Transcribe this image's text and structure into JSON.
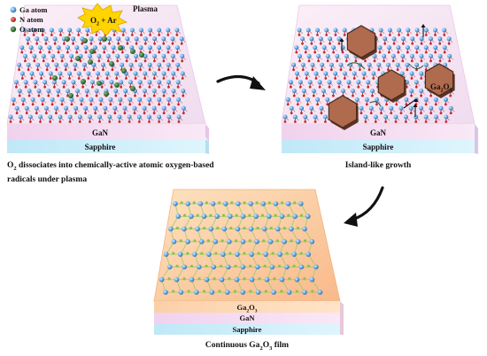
{
  "legend": {
    "ga": "Ga atom",
    "n": "N atom",
    "o": "O atom"
  },
  "plasma": {
    "label": "Plasma",
    "burst": "O",
    "burst_sub": "2",
    "burst_rest": " + Ar"
  },
  "panel1": {
    "layer1": "GaN",
    "layer2": "Sapphire",
    "caption_o": "O",
    "caption_sub": "2",
    "caption_line1": " dissociates into chemically-active atomic oxygen-based",
    "caption_line2": "radicals under plasma"
  },
  "panel2": {
    "layer1": "GaN",
    "layer2": "Sapphire",
    "island_label_main": "Ga",
    "island_label_sub1": "2",
    "island_label_o": "O",
    "island_label_sub2": "3",
    "caption": "Island-like growth"
  },
  "panel3": {
    "layer_ga": "Ga",
    "layer_ga_sub1": "2",
    "layer_o": "O",
    "layer_ga_sub2": "3",
    "layer1": "GaN",
    "layer2": "Sapphire",
    "caption_a": "Continuous Ga",
    "caption_sub1": "2",
    "caption_b": "O",
    "caption_sub2": "3",
    "caption_c": " film"
  },
  "colors": {
    "ga": "#5b9fd6",
    "n": "#c62828",
    "o": "#2e6b2e",
    "bond": "#9ccc65",
    "island": "#b06a4e",
    "burst": "#ffd400",
    "gan_layer": "#f6dff0",
    "sapphire_layer": "#cdeefa",
    "ga2o3_block": "#fcc79a"
  }
}
